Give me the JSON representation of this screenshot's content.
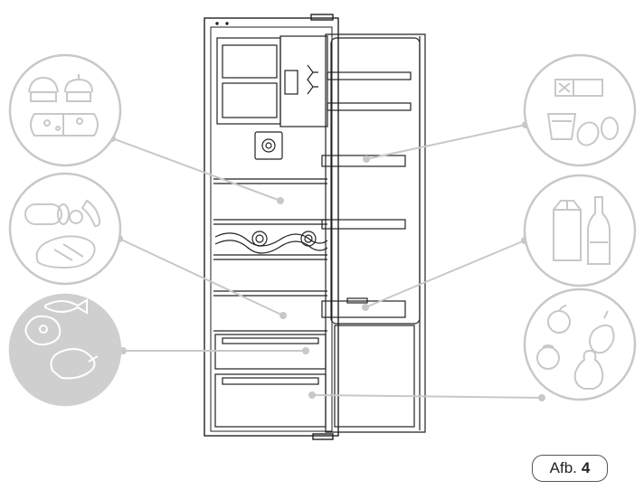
{
  "figure": {
    "caption_prefix": "Afb.",
    "caption_number": "4"
  },
  "colors": {
    "callout": "#c8c8c8",
    "callout_filled": "#cfcfcf",
    "fridge_line": "#222222",
    "background": "#ffffff"
  },
  "callouts_left": [
    {
      "icon": "bakery-cheese-icon",
      "zone": "top-shelf",
      "highlighted": false
    },
    {
      "icon": "sausage-ham-icon",
      "zone": "middle-shelf",
      "highlighted": false
    },
    {
      "icon": "meat-fish-poultry-icon",
      "zone": "upper-drawer",
      "highlighted": true
    }
  ],
  "callouts_right": [
    {
      "icon": "butter-yogurt-eggs-icon",
      "zone": "upper-door-shelf"
    },
    {
      "icon": "milk-wine-bottle-icon",
      "zone": "lower-door-shelf"
    },
    {
      "icon": "fruit-vegetables-icon",
      "zone": "lower-drawer"
    }
  ]
}
